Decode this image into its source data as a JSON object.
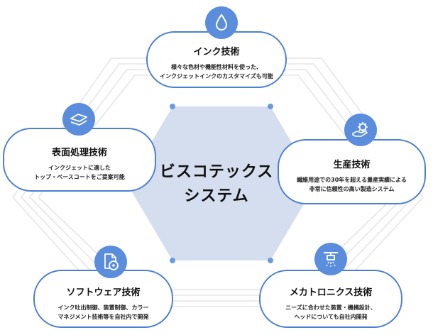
{
  "center": {
    "title_line1": "ビスコテックス",
    "title_line2": "システム"
  },
  "technologies": {
    "ink": {
      "title": "インク技術",
      "desc_line1": "様々な色材や機能性材料を使った、",
      "desc_line2": "インクジェットインクのカスタマイズも可能",
      "icon": "drop-icon"
    },
    "production": {
      "title": "生産技術",
      "desc_line1": "繊維用途での30年を超える量産実績による",
      "desc_line2": "非常に信頼性の高い製造システム",
      "icon": "gear-hand-icon"
    },
    "surface": {
      "title": "表面処理技術",
      "desc_line1": "インクジェットに適した",
      "desc_line2": "トップ・ベースコートをご提案可能",
      "icon": "layers-icon"
    },
    "software": {
      "title": "ソフトウェア技術",
      "desc_line1": "インク吐出制御、装置制御、カラー",
      "desc_line2": "マネジメント技術等を自社内で開発",
      "icon": "document-disc-icon"
    },
    "mechatronics": {
      "title": "メカトロニクス技術",
      "desc_line1": "ニーズに合わせた装置・機構設計、",
      "desc_line2": "ヘッドについても自社内開発",
      "icon": "printhead-icon"
    }
  },
  "colors": {
    "accent": "#4b7fd6",
    "icon_badge": "#5b8ddd",
    "hexagon_fill": "#d4deef",
    "node_dot": "#6b9ae0",
    "ring_line": "#e3e3e3"
  }
}
